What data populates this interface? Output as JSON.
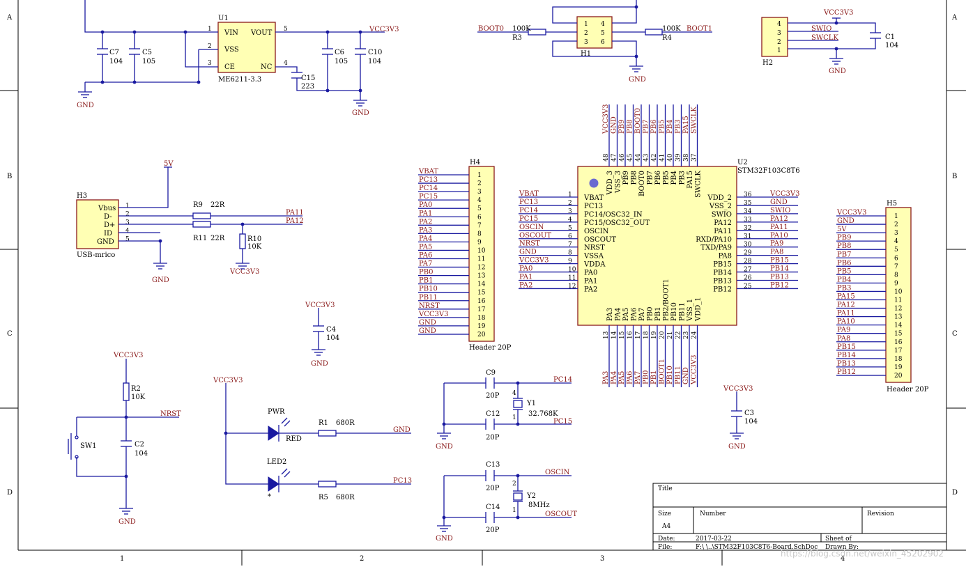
{
  "border": {
    "rows": [
      "A",
      "B",
      "C",
      "D"
    ],
    "cols": [
      "1",
      "2",
      "3",
      "4"
    ]
  },
  "nets": {
    "vcc": "VCC3V3",
    "gnd": "GND",
    "v5": "5V",
    "boot0": "BOOT0",
    "boot1": "BOOT1",
    "swio": "SWIO",
    "swclk": "SWCLK",
    "pa11": "PA11",
    "pa12": "PA12",
    "nrst": "NRST",
    "pc14": "PC14",
    "pc15": "PC15",
    "pc13": "PC13",
    "oscin": "OSCIN",
    "oscout": "OSCOUT"
  },
  "regulator": {
    "ref": "U1",
    "part": "ME6211-3.3",
    "pins_left": [
      {
        "num": "1",
        "name": "VIN"
      },
      {
        "num": "2",
        "name": "VSS"
      },
      {
        "num": "3",
        "name": "CE"
      }
    ],
    "pins_right": [
      {
        "num": "5",
        "name": "VOUT"
      },
      {
        "num": "4",
        "name": "NC"
      }
    ]
  },
  "caps": {
    "c7": {
      "ref": "C7",
      "val": "104"
    },
    "c5": {
      "ref": "C5",
      "val": "105"
    },
    "c6": {
      "ref": "C6",
      "val": "105"
    },
    "c10": {
      "ref": "C10",
      "val": "104"
    },
    "c15": {
      "ref": "C15",
      "val": "223"
    },
    "c1": {
      "ref": "C1",
      "val": "104"
    },
    "c4": {
      "ref": "C4",
      "val": "104"
    },
    "c3": {
      "ref": "C3",
      "val": "104"
    },
    "c2": {
      "ref": "C2",
      "val": "104"
    },
    "c9": {
      "ref": "C9",
      "val": "20P"
    },
    "c12": {
      "ref": "C12",
      "val": "20P"
    },
    "c13": {
      "ref": "C13",
      "val": "20P"
    },
    "c14": {
      "ref": "C14",
      "val": "20P"
    }
  },
  "resistors": {
    "r3": {
      "ref": "R3",
      "val": "100K"
    },
    "r4": {
      "ref": "R4",
      "val": "100K"
    },
    "r9": {
      "ref": "R9",
      "val": "22R"
    },
    "r11": {
      "ref": "R11",
      "val": "22R"
    },
    "r10": {
      "ref": "R10",
      "val": "10K"
    },
    "r2": {
      "ref": "R2",
      "val": "10K"
    },
    "r1": {
      "ref": "R1",
      "val": "680R"
    },
    "r5": {
      "ref": "R5",
      "val": "680R"
    }
  },
  "h1": {
    "ref": "H1",
    "left": [
      "1",
      "2",
      "3"
    ],
    "right": [
      "4",
      "5",
      "6"
    ]
  },
  "h2": {
    "ref": "H2",
    "pins": [
      "4",
      "3",
      "2",
      "1"
    ]
  },
  "usb": {
    "ref": "H3",
    "part": "USB-mrico",
    "pins": [
      {
        "num": "1",
        "name": "Vbus"
      },
      {
        "num": "2",
        "name": "D-"
      },
      {
        "num": "3",
        "name": "D+"
      },
      {
        "num": "4",
        "name": "ID"
      },
      {
        "num": "5",
        "name": "GND"
      }
    ]
  },
  "h4": {
    "ref": "H4",
    "part": "Header 20P",
    "nets": [
      "VBAT",
      "PC13",
      "PC14",
      "PC15",
      "PA0",
      "PA1",
      "PA2",
      "PA3",
      "PA4",
      "PA5",
      "PA6",
      "PA7",
      "PB0",
      "PB1",
      "PB10",
      "PB11",
      "NRST",
      "VCC3V3",
      "GND",
      "GND"
    ]
  },
  "h5": {
    "ref": "H5",
    "part": "Header 20P",
    "nets": [
      "VCC3V3",
      "GND",
      "5V",
      "PB9",
      "PB8",
      "PB7",
      "PB6",
      "PB5",
      "PB4",
      "PB3",
      "PA15",
      "PA12",
      "PA11",
      "PA10",
      "PA9",
      "PA8",
      "PB15",
      "PB14",
      "PB13",
      "PB12"
    ]
  },
  "mcu": {
    "ref": "U2",
    "part": "STM32F103C8T6",
    "left": [
      {
        "num": "1",
        "name": "VBAT",
        "net": "VBAT"
      },
      {
        "num": "2",
        "name": "PC13",
        "net": "PC13"
      },
      {
        "num": "3",
        "name": "PC14/OSC32_IN",
        "net": "PC14"
      },
      {
        "num": "4",
        "name": "PC15/OSC32_OUT",
        "net": "PC15"
      },
      {
        "num": "5",
        "name": "OSCIN",
        "net": "OSCIN"
      },
      {
        "num": "6",
        "name": "OSCOUT",
        "net": "OSCOUT"
      },
      {
        "num": "7",
        "name": "NRST",
        "net": "NRST"
      },
      {
        "num": "8",
        "name": "VSSA",
        "net": "GND"
      },
      {
        "num": "9",
        "name": "VDDA",
        "net": "VCC3V3"
      },
      {
        "num": "10",
        "name": "PA0",
        "net": "PA0"
      },
      {
        "num": "11",
        "name": "PA1",
        "net": "PA1"
      },
      {
        "num": "12",
        "name": "PA2",
        "net": "PA2"
      }
    ],
    "right": [
      {
        "num": "36",
        "name": "VDD_2",
        "net": "VCC3V3"
      },
      {
        "num": "35",
        "name": "VSS_2",
        "net": "GND"
      },
      {
        "num": "34",
        "name": "SWIO",
        "net": "SWIO"
      },
      {
        "num": "33",
        "name": "PA12",
        "net": "PA12"
      },
      {
        "num": "32",
        "name": "PA11",
        "net": "PA11"
      },
      {
        "num": "31",
        "name": "RXD/PA10",
        "net": "PA10"
      },
      {
        "num": "30",
        "name": "TXD/PA9",
        "net": "PA9"
      },
      {
        "num": "29",
        "name": "PA8",
        "net": "PA8"
      },
      {
        "num": "28",
        "name": "PB15",
        "net": "PB15"
      },
      {
        "num": "27",
        "name": "PB14",
        "net": "PB14"
      },
      {
        "num": "26",
        "name": "PB13",
        "net": "PB13"
      },
      {
        "num": "25",
        "name": "PB12",
        "net": "PB12"
      }
    ],
    "top": [
      {
        "num": "48",
        "name": "VDD_3",
        "net": "VCC3V3"
      },
      {
        "num": "47",
        "name": "VSS_3",
        "net": "GND"
      },
      {
        "num": "46",
        "name": "PB9",
        "net": "PB9"
      },
      {
        "num": "45",
        "name": "PB8",
        "net": "PB8"
      },
      {
        "num": "44",
        "name": "BOOT0",
        "net": "BOOT0"
      },
      {
        "num": "43",
        "name": "PB7",
        "net": "PB7"
      },
      {
        "num": "42",
        "name": "PB6",
        "net": "PB6"
      },
      {
        "num": "41",
        "name": "PB5",
        "net": "PB5"
      },
      {
        "num": "40",
        "name": "PB4",
        "net": "PB4"
      },
      {
        "num": "39",
        "name": "PB3",
        "net": "PB3"
      },
      {
        "num": "38",
        "name": "PA15",
        "net": "PA15"
      },
      {
        "num": "37",
        "name": "SWCLK",
        "net": "SWCLK"
      }
    ],
    "bottom": [
      {
        "num": "13",
        "name": "PA3",
        "net": "PA3"
      },
      {
        "num": "14",
        "name": "PA4",
        "net": "PA4"
      },
      {
        "num": "15",
        "name": "PA5",
        "net": "PA5"
      },
      {
        "num": "16",
        "name": "PA6",
        "net": "PA6"
      },
      {
        "num": "17",
        "name": "PA7",
        "net": "PA7"
      },
      {
        "num": "18",
        "name": "PB0",
        "net": "PB0"
      },
      {
        "num": "19",
        "name": "PB1",
        "net": "PB1"
      },
      {
        "num": "20",
        "name": "PB2/BOOT1",
        "net": "BOOT1"
      },
      {
        "num": "21",
        "name": "PB10",
        "net": "PB10"
      },
      {
        "num": "22",
        "name": "PB11",
        "net": "PB11"
      },
      {
        "num": "23",
        "name": "VSS_1",
        "net": "GND"
      },
      {
        "num": "24",
        "name": "VDD_1",
        "net": "VCC3V3"
      }
    ]
  },
  "sw1": {
    "ref": "SW1"
  },
  "leds": {
    "pwr": {
      "ref": "PWR",
      "val": "RED"
    },
    "led2": {
      "ref": "LED2",
      "val": "*"
    }
  },
  "crystals": {
    "y1": {
      "ref": "Y1",
      "val": "32.768K",
      "pin_top": "4",
      "pin_bot": "1"
    },
    "y2": {
      "ref": "Y2",
      "val": "8MHz",
      "pin_top": "2",
      "pin_bot": "1"
    }
  },
  "title_block": {
    "title_label": "Title",
    "size_label": "Size",
    "size_value": "A4",
    "number_label": "Number",
    "revision_label": "Revision",
    "date_label": "Date:",
    "date_value": "2017-03-22",
    "sheet_label": "Sheet    of",
    "file_label": "File:",
    "file_value": "F:\\      \\..\\STM32F103C8T6-Board.SchDoc",
    "drawn_label": "Drawn By:"
  },
  "watermark": "https://blog.csdn.net/weixin_45202902"
}
